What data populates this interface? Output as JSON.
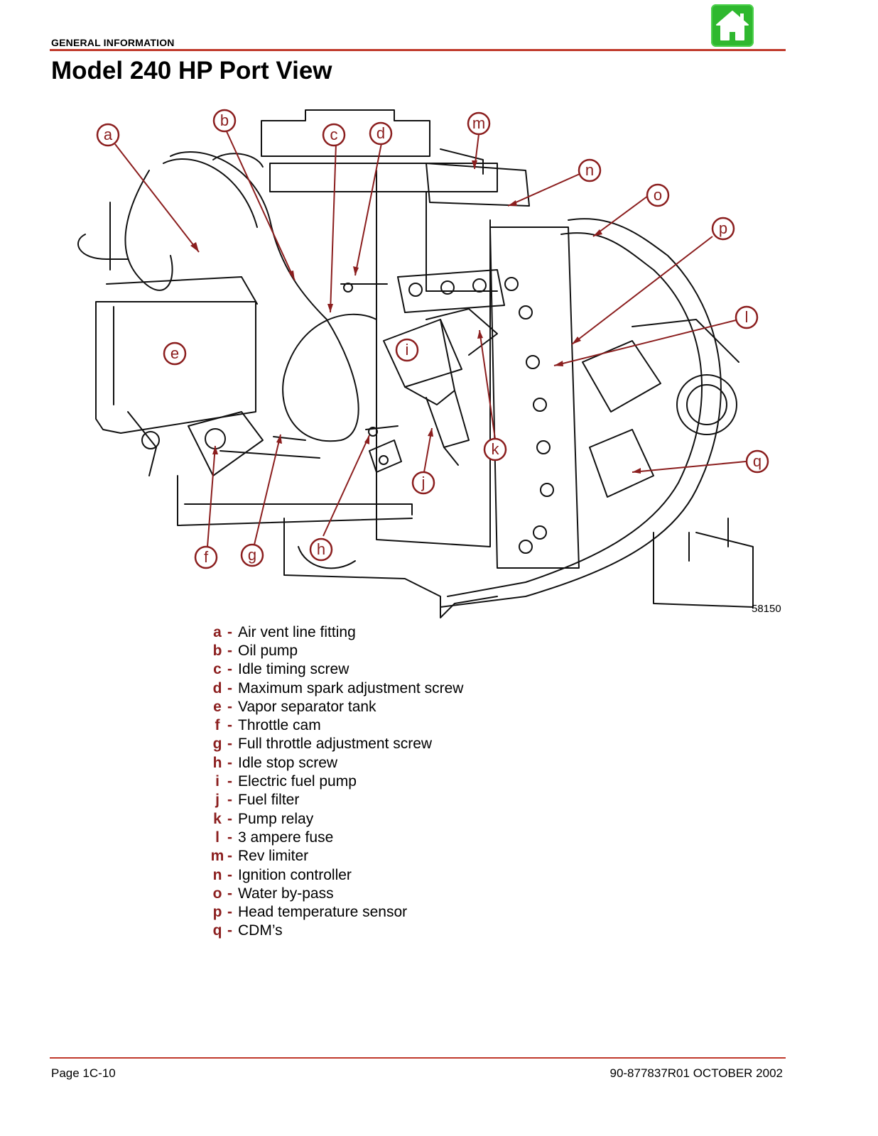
{
  "header": {
    "section": "GENERAL INFORMATION",
    "home_icon": "home-icon"
  },
  "title": "Model 240 HP Port View",
  "figure": {
    "number": "58150",
    "callouts": [
      "a",
      "b",
      "c",
      "d",
      "e",
      "f",
      "g",
      "h",
      "i",
      "j",
      "k",
      "l",
      "m",
      "n",
      "o",
      "p",
      "q"
    ]
  },
  "legend": [
    {
      "key": "a",
      "label": "Air vent line fitting"
    },
    {
      "key": "b",
      "label": "Oil pump"
    },
    {
      "key": "c",
      "label": "Idle timing screw"
    },
    {
      "key": "d",
      "label": "Maximum spark adjustment screw"
    },
    {
      "key": "e",
      "label": "Vapor separator tank"
    },
    {
      "key": "f",
      "label": "Throttle cam"
    },
    {
      "key": "g",
      "label": "Full throttle adjustment screw"
    },
    {
      "key": "h",
      "label": "Idle stop screw"
    },
    {
      "key": "i",
      "label": "Electric fuel pump"
    },
    {
      "key": "j",
      "label": "Fuel filter"
    },
    {
      "key": "k",
      "label": "Pump relay"
    },
    {
      "key": "l",
      "label": "3 ampere fuse"
    },
    {
      "key": "m",
      "label": "Rev limiter"
    },
    {
      "key": "n",
      "label": "Ignition controller"
    },
    {
      "key": "o",
      "label": "Water by-pass"
    },
    {
      "key": "p",
      "label": "Head temperature sensor"
    },
    {
      "key": "q",
      "label": "CDM’s"
    }
  ],
  "footer": {
    "page": "Page 1C-10",
    "doc": "90-877837R01   OCTOBER 2002"
  },
  "colors": {
    "accent": "#c0392b",
    "callout": "#8b1e1e",
    "home": "#2fb82f"
  }
}
